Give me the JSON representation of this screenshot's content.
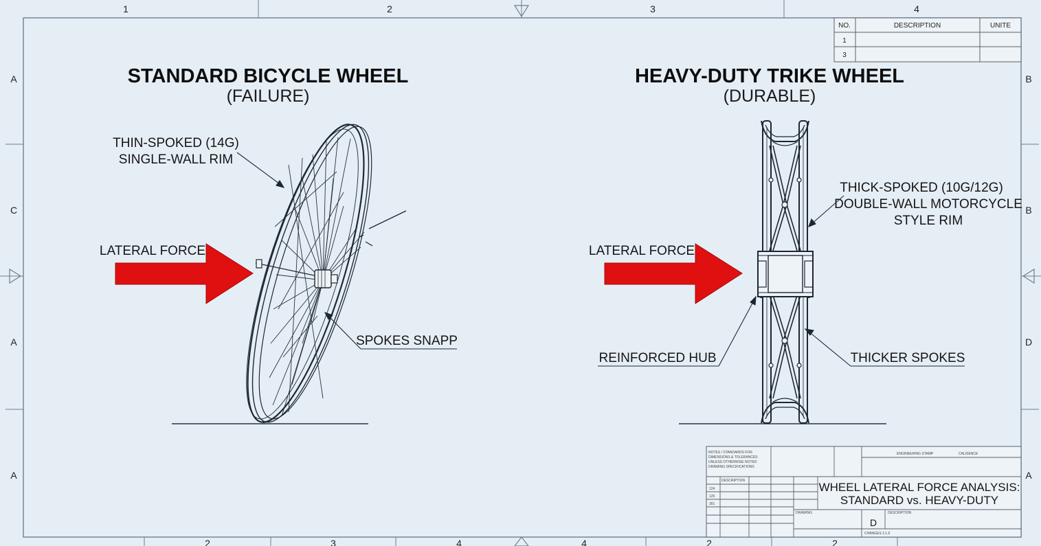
{
  "border": {
    "top_zones": [
      "1",
      "2",
      "3",
      "4"
    ],
    "bottom_zones": [
      "2",
      "3",
      "4",
      "4",
      "2",
      "2"
    ],
    "left_zones": [
      "A",
      "C",
      "A",
      "A"
    ],
    "right_zones": [
      "B",
      "B",
      "D",
      "A"
    ]
  },
  "revision_table": {
    "headers": [
      "NO.",
      "DESCRIPTION",
      "UNITE"
    ],
    "rows": [
      {
        "no": "1",
        "description": "",
        "unite": ""
      },
      {
        "no": "3",
        "description": "",
        "unite": ""
      }
    ]
  },
  "left_panel": {
    "title": "STANDARD BICYCLE WHEEL",
    "subtitle": "(FAILURE)",
    "rim_callout": [
      "THIN-SPOKED (14G)",
      "SINGLE-WALL RIM"
    ],
    "force_label": "LATERAL FORCE",
    "spokes_callout": "SPOKES SNAPP"
  },
  "right_panel": {
    "title": "HEAVY-DUTY TRIKE WHEEL",
    "subtitle": "(DURABLE)",
    "rim_callout": [
      "THICK-SPOKED (10G/12G)",
      "DOUBLE-WALL MOTORCYCLE",
      "STYLE RIM"
    ],
    "force_label": "LATERAL FORCE",
    "hub_callout": "REINFORCED HUB",
    "spokes_callout": "THICKER SPOKES"
  },
  "title_block": {
    "title_lines": [
      "WHEEL LATERAL FORCE ANALYSIS:",
      "STANDARD vs. HEAVY-DUTY"
    ],
    "size": "D",
    "headers": [
      "DESCRIPTION",
      "DESCRIPTION"
    ],
    "rev_numbers": [
      "124",
      "125",
      "301"
    ],
    "drawing_label": "DRAWING",
    "engineering_label": "ENGINEERING STAMP",
    "calc_label": "CALISENCE",
    "scale_label": "CHANGES 1:1.6",
    "notes": [
      "NOTES / STANDARDS FOR",
      "DIMENSIONS & TOLERANCES",
      "UNLESS OTHERWISE NOTED",
      "DRAWING SPECIFICATIONS"
    ]
  },
  "colors": {
    "background": "#e6eef5",
    "line": "#1d2733",
    "force_arrow": "#e01010"
  }
}
